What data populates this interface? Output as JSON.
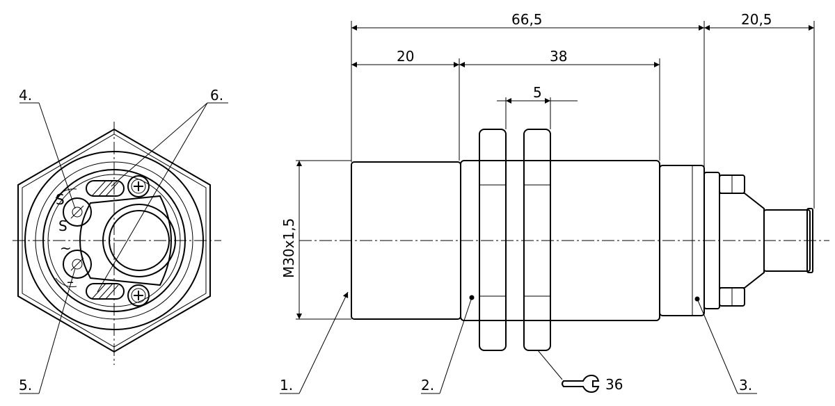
{
  "dimensions": {
    "overall_length": "66,5",
    "front_length": "20",
    "body_length": "38",
    "nut_thickness": "5",
    "connector_length": "20,5",
    "thread": "M30x1,5",
    "wrench_size": "36"
  },
  "labels": {
    "item1": "1.",
    "item2": "2.",
    "item3": "3.",
    "item4": "4.",
    "item5": "5.",
    "item6": "6."
  },
  "back_view_marks": {
    "s_mark": "S",
    "s_small": "S",
    "tilde_mark": "~",
    "minus_mark": "–"
  }
}
